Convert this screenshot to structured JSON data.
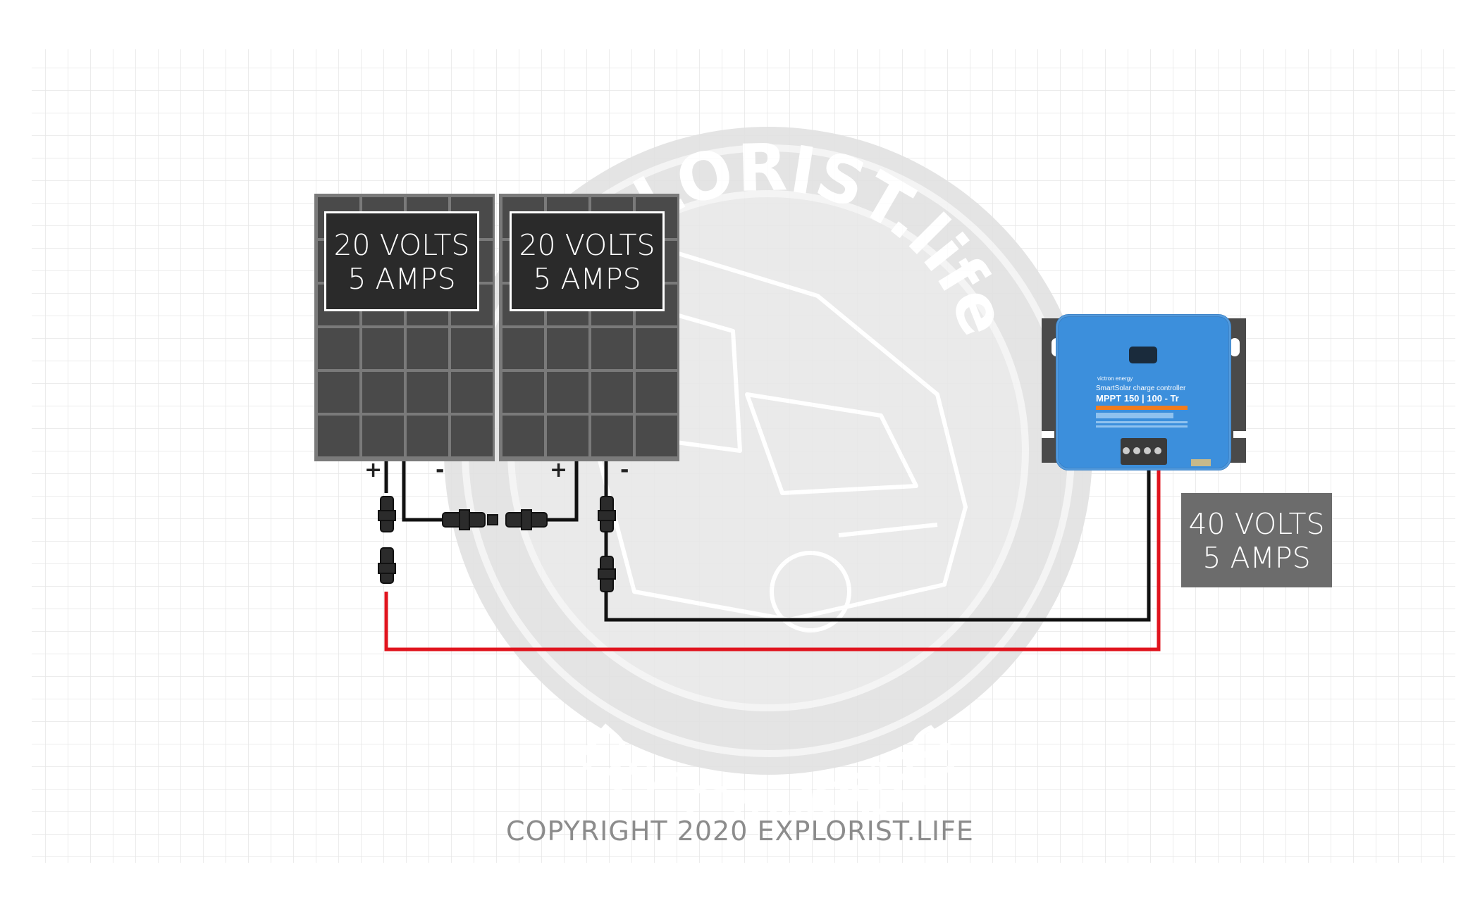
{
  "watermark": {
    "top_text": "EXPLORIST.life",
    "bottom_text": "DIY CAMPERS"
  },
  "panels": [
    {
      "volts": "20 VOLTS",
      "amps": "5 AMPS",
      "plus": "+",
      "minus": "-"
    },
    {
      "volts": "20 VOLTS",
      "amps": "5 AMPS",
      "plus": "+",
      "minus": "-"
    }
  ],
  "controller": {
    "brand": "victron energy",
    "product": "SmartSolar charge controller",
    "model": "MPPT 150 | 100 - Tr"
  },
  "output": {
    "volts": "40 VOLTS",
    "amps": "5 AMPS"
  },
  "copyright": "COPYRIGHT 2020 EXPLORIST.LIFE",
  "colors": {
    "positive_wire": "#e0141e",
    "negative_wire": "#111111",
    "controller_blue": "#3c8fdc",
    "panel_cell": "#4a4a4a"
  }
}
